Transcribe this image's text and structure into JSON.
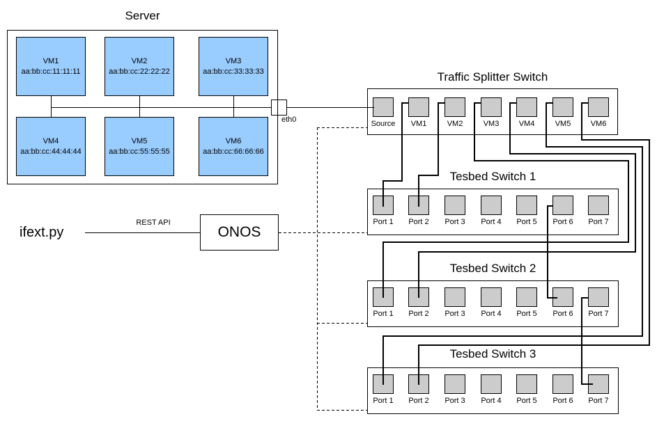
{
  "server": {
    "title": "Server",
    "interface_label": "eth0",
    "vms": [
      {
        "name": "VM1",
        "mac": "aa:bb:cc:11:11:11"
      },
      {
        "name": "VM2",
        "mac": "aa:bb:cc:22:22:22"
      },
      {
        "name": "VM3",
        "mac": "aa:bb:cc:33:33:33"
      },
      {
        "name": "VM4",
        "mac": "aa:bb:cc:44:44:44"
      },
      {
        "name": "VM5",
        "mac": "aa:bb:cc:55:55:55"
      },
      {
        "name": "VM6",
        "mac": "aa:bb:cc:66:66:66"
      }
    ]
  },
  "splitter": {
    "title": "Traffic Splitter Switch",
    "ports": [
      "Source",
      "VM1",
      "VM2",
      "VM3",
      "VM4",
      "VM5",
      "VM6"
    ]
  },
  "testbed_switches": [
    {
      "title": "Tesbed Switch 1",
      "ports": [
        "Port 1",
        "Port 2",
        "Port 3",
        "Port 4",
        "Port 5",
        "Port 6",
        "Port 7"
      ]
    },
    {
      "title": "Tesbed Switch 2",
      "ports": [
        "Port 1",
        "Port 2",
        "Port 3",
        "Port 4",
        "Port 5",
        "Port 6",
        "Port 7"
      ]
    },
    {
      "title": "Tesbed Switch 3",
      "ports": [
        "Port 1",
        "Port 2",
        "Port 3",
        "Port 4",
        "Port 5",
        "Port 6",
        "Port 7"
      ]
    }
  ],
  "controller": {
    "script_label": "ifext.py",
    "api_label": "REST API",
    "onos_label": "ONOS"
  },
  "colors": {
    "vm_fill": "#99ccff",
    "port_fill": "#cccccc",
    "stroke": "#000000",
    "background": "#ffffff"
  },
  "connections": [
    {
      "from": "Server eth0",
      "to": "Traffic Splitter Switch Source",
      "style": "solid"
    },
    {
      "from": "Traffic Splitter Switch VM1",
      "to": "Tesbed Switch 1 Port 1",
      "style": "solid"
    },
    {
      "from": "Traffic Splitter Switch VM2",
      "to": "Tesbed Switch 1 Port 2",
      "style": "solid"
    },
    {
      "from": "Traffic Splitter Switch VM3",
      "to": "Tesbed Switch 2 Port 1",
      "style": "solid"
    },
    {
      "from": "Traffic Splitter Switch VM4",
      "to": "Tesbed Switch 2 Port 2",
      "style": "solid"
    },
    {
      "from": "Traffic Splitter Switch VM5",
      "to": "Tesbed Switch 3 Port 1",
      "style": "solid"
    },
    {
      "from": "Traffic Splitter Switch VM6",
      "to": "Tesbed Switch 3 Port 2",
      "style": "solid"
    },
    {
      "from": "Tesbed Switch 1 Port 6",
      "to": "Tesbed Switch 2 Port 6",
      "style": "solid"
    },
    {
      "from": "Tesbed Switch 2 Port 7",
      "to": "Tesbed Switch 3 Port 7",
      "style": "solid"
    },
    {
      "from": "ifext.py",
      "to": "ONOS",
      "style": "solid",
      "label": "REST API"
    },
    {
      "from": "ONOS",
      "to": "Traffic Splitter Switch",
      "style": "dashed"
    },
    {
      "from": "ONOS",
      "to": "Tesbed Switch 1",
      "style": "dashed"
    },
    {
      "from": "ONOS",
      "to": "Tesbed Switch 2",
      "style": "dashed"
    },
    {
      "from": "ONOS",
      "to": "Tesbed Switch 3",
      "style": "dashed"
    }
  ]
}
